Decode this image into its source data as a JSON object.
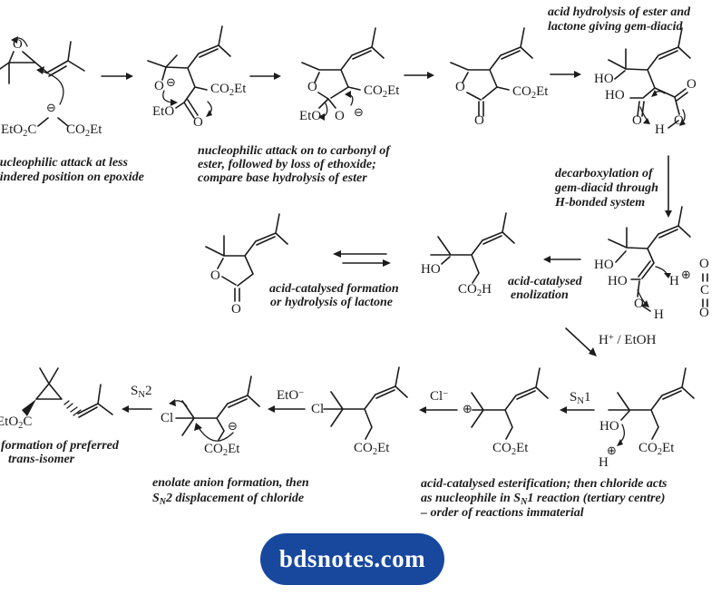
{
  "branding": {
    "label": "bdsnotes.com"
  },
  "colors": {
    "ink": "#1c1c1c",
    "pill_bg": "#17489e",
    "pill_fg": "#ffffff"
  },
  "sym": {
    "o": "O",
    "ho": "HO",
    "eto": "EtO",
    "cl": "Cl",
    "h": "H",
    "c": "C",
    "co": "CO",
    "two": "2",
    "et": "Et",
    "s": "S",
    "n": "N",
    "plus": "+",
    "minus": "−",
    "minus_circle": "⊖",
    "plus_circle": "⊕"
  },
  "arrows": {
    "sn1_num": "1",
    "sn2_num": "2",
    "etoh_rest": " / EtOH"
  },
  "captions": {
    "a1": "nucleophilic attack at less",
    "a2": "hindered position on epoxide",
    "c1": "nucleophilic attack on to carbonyl of",
    "c2": "ester, followed by loss of ethoxide;",
    "c3": "compare base hydrolysis of ester",
    "e1": "acid hydrolysis of ester and",
    "e2": "lactone giving gem-diacid",
    "d1": "decarboxylation of",
    "d2": "gem-diacid through",
    "d3": "H-bonded system",
    "enol1": "acid-catalysed",
    "enol2": "enolization",
    "lact1": "acid-catalysed formation",
    "lact2": "or hydrolysis of lactone",
    "m1": "formation of preferred",
    "m2": "trans-isomer",
    "l1": "enolate anion formation, then",
    "l2_rest": "2 displacement of chloride",
    "j1": "acid-catalysed esterification; then chloride acts",
    "j2_pre": "as nucleophile in S",
    "j2_rest": "1 reaction (tertiary centre)",
    "j3": "– order of reactions immaterial"
  }
}
